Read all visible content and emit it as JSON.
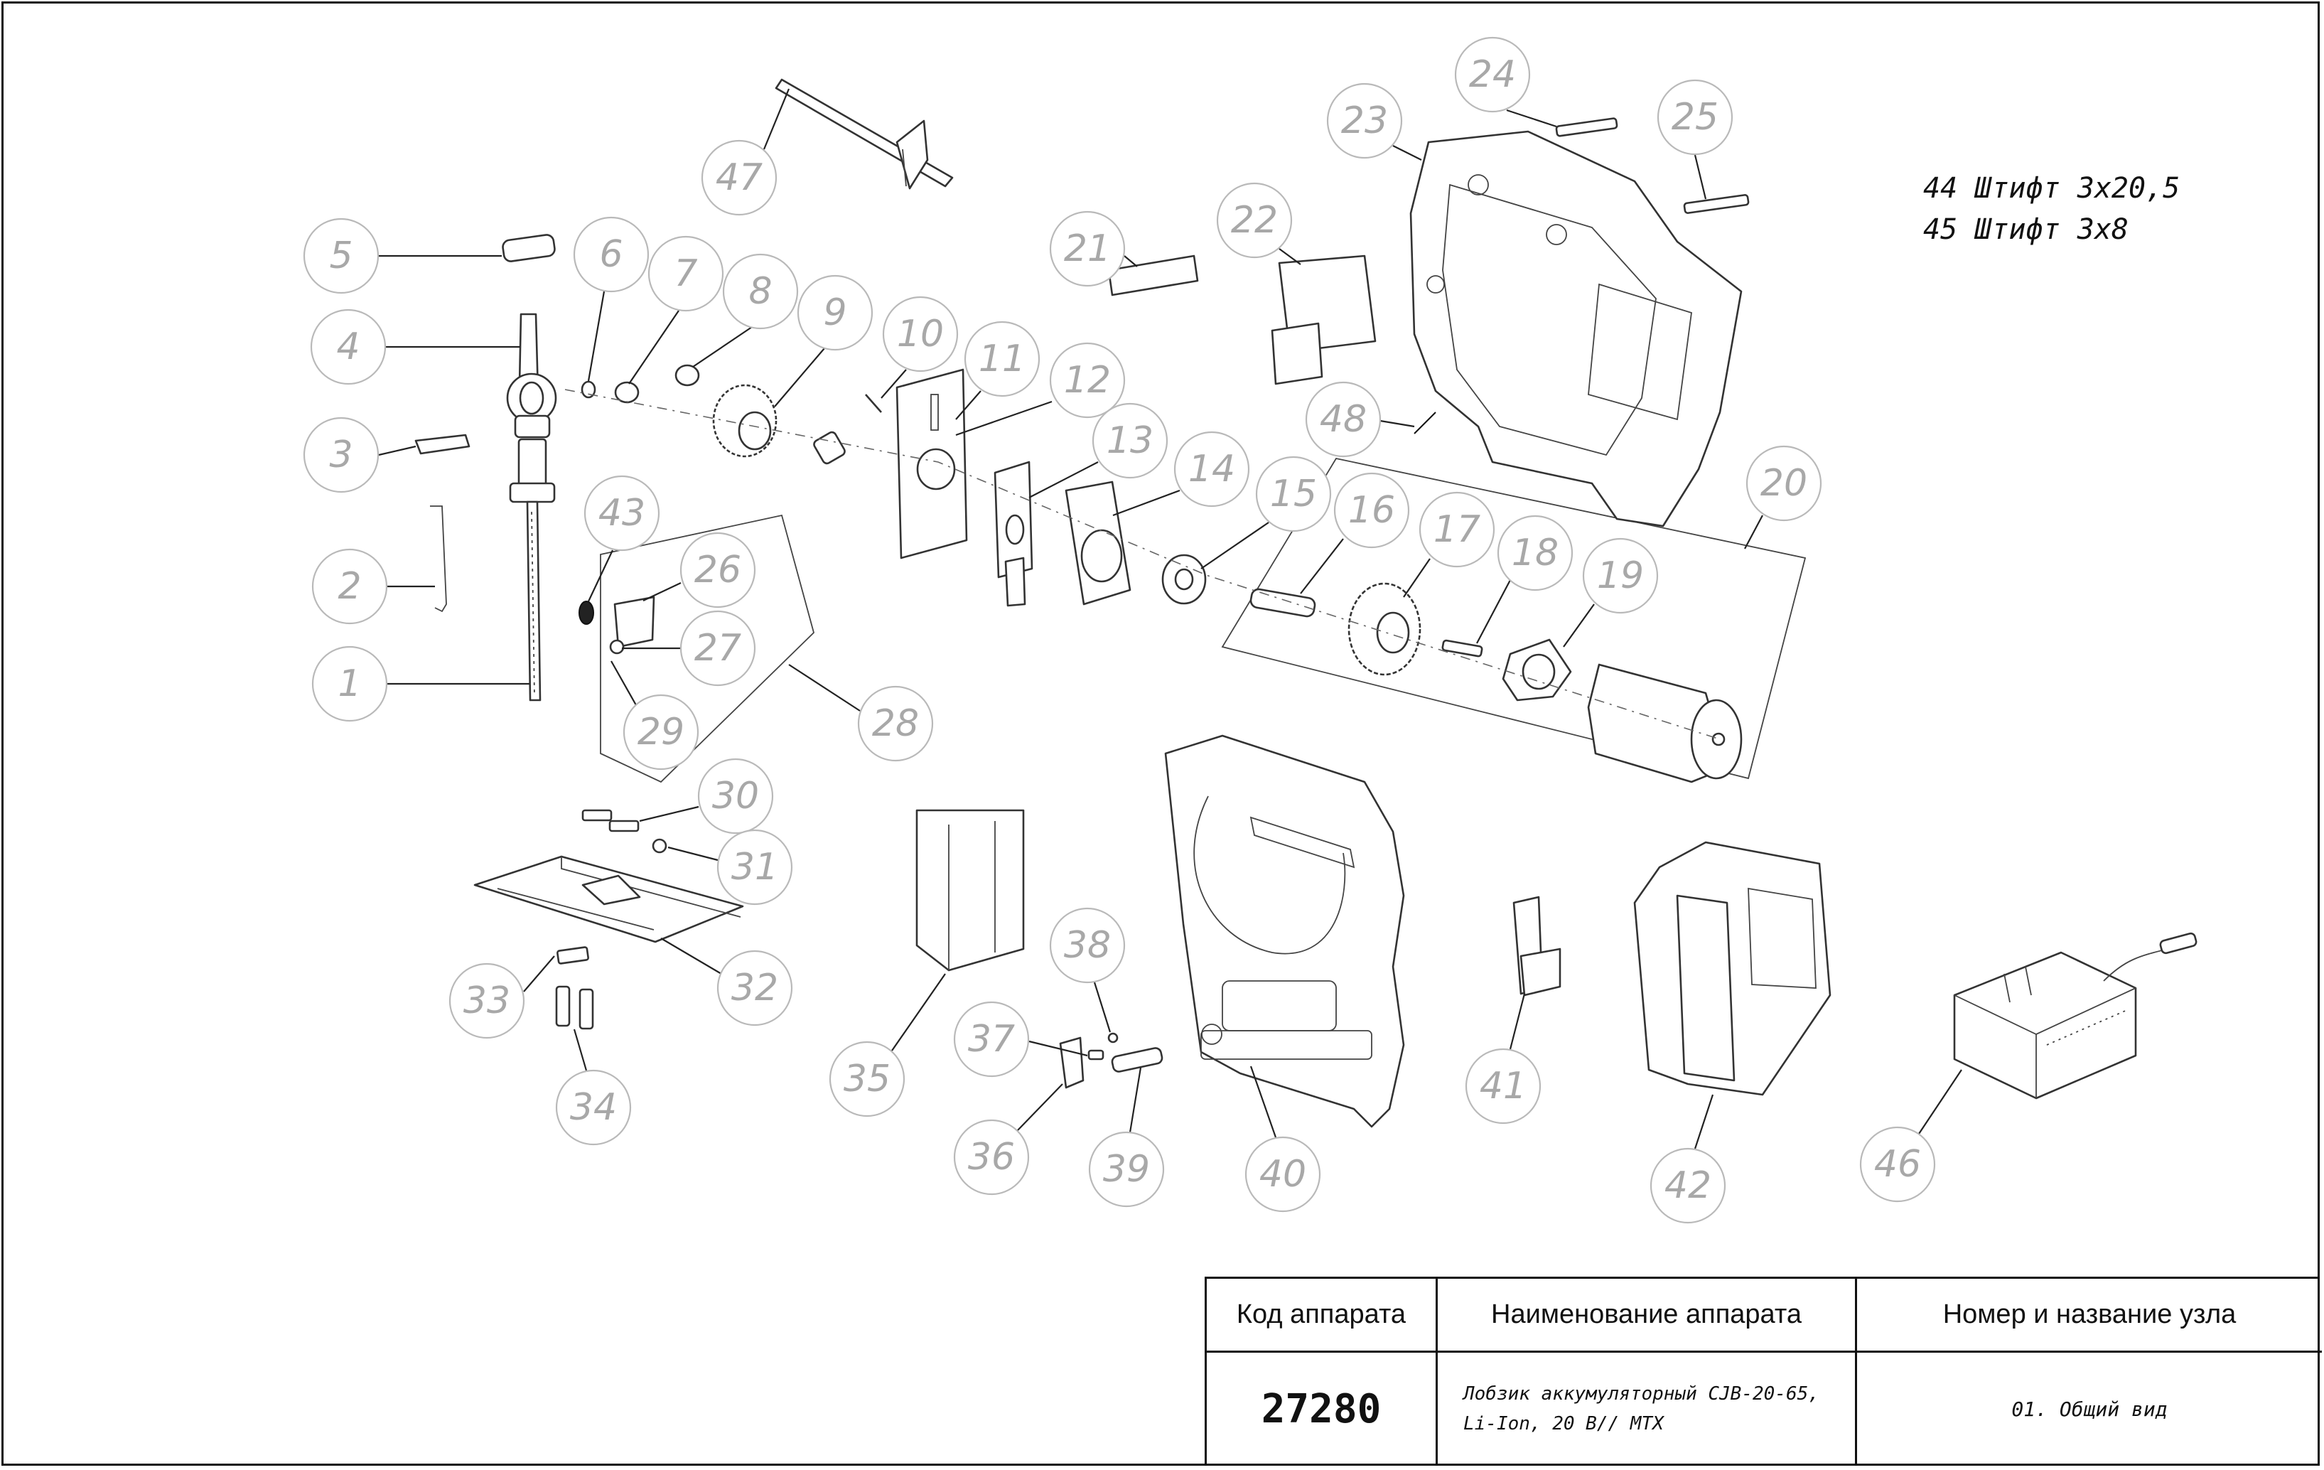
{
  "notes": [
    "44 Штифт 3х20,5",
    "45 Штифт 3х8"
  ],
  "title_block": {
    "headers": [
      "Код аппарата",
      "Наименование аппарата",
      "Номер и название узла"
    ],
    "code": "27280",
    "name_line1": "Лобзик аккумуляторный CJB-20-65,",
    "name_line2": "Li-Ion, 20 В// MTX",
    "unit": "01. Общий вид"
  },
  "callouts": [
    "1",
    "2",
    "3",
    "4",
    "5",
    "6",
    "7",
    "8",
    "9",
    "10",
    "11",
    "12",
    "13",
    "14",
    "15",
    "16",
    "17",
    "18",
    "19",
    "20",
    "21",
    "22",
    "23",
    "24",
    "25",
    "26",
    "27",
    "28",
    "29",
    "30",
    "31",
    "32",
    "33",
    "34",
    "35",
    "36",
    "37",
    "38",
    "39",
    "40",
    "41",
    "42",
    "43",
    "46",
    "47",
    "48"
  ]
}
